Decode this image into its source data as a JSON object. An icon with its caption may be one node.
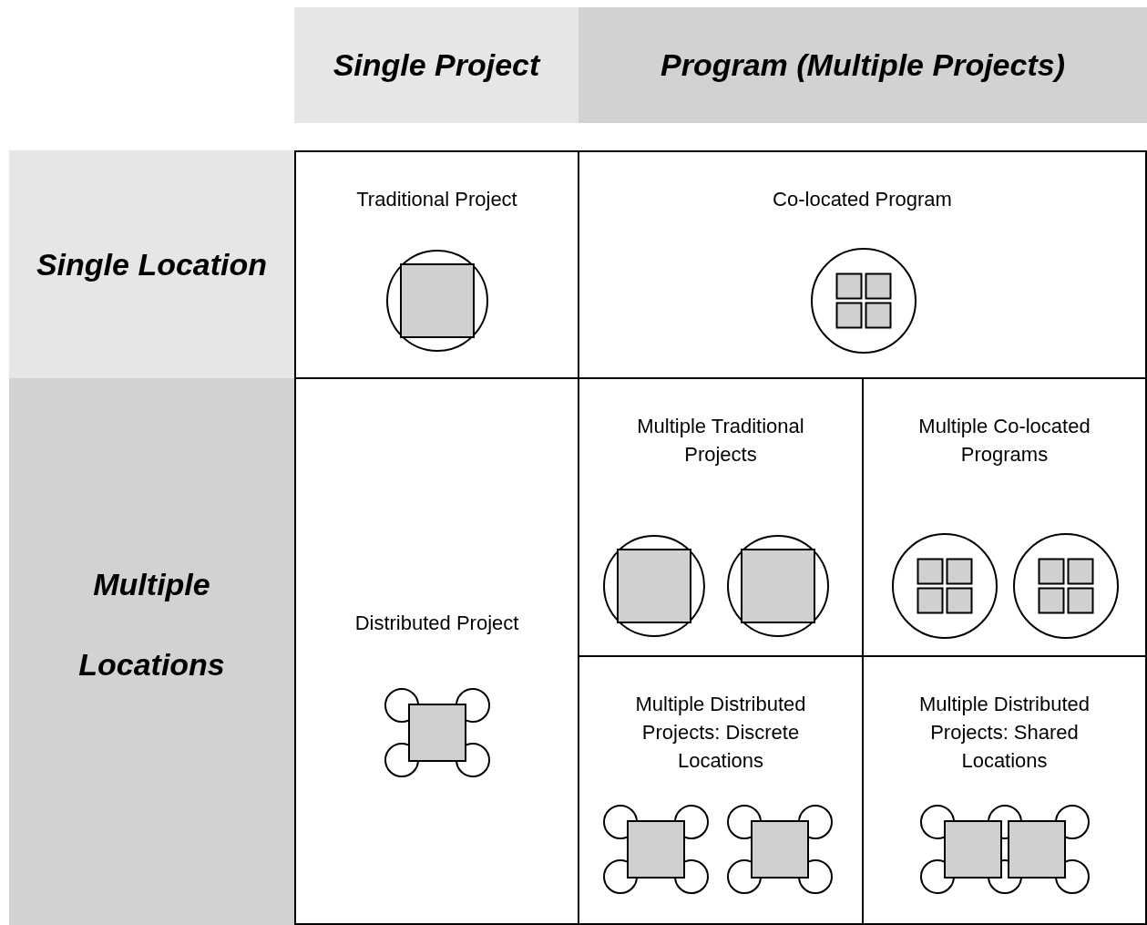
{
  "diagram": {
    "nodes": [
      {
        "text": [
          "Single Project"
        ]
      },
      {
        "text": [
          "Program (Multiple Projects)"
        ]
      },
      {
        "text": [
          "Single Location"
        ]
      },
      {
        "text": [
          "Traditional Project"
        ]
      },
      {
        "text": [
          "Co-located Program"
        ]
      },
      {
        "text": [
          "Multiple Locations"
        ]
      },
      {
        "text": [
          "Distributed Project"
        ]
      },
      {
        "text": [
          "Multiple Traditional Projects"
        ]
      },
      {
        "text": [
          "Multiple Co-located Programs"
        ]
      },
      {
        "text": [
          "Multiple Distributed Projects: Discrete Locations"
        ]
      },
      {
        "text": [
          "Multiple Distributed Projects: Shared Locations"
        ]
      }
    ],
    "edges": []
  }
}
